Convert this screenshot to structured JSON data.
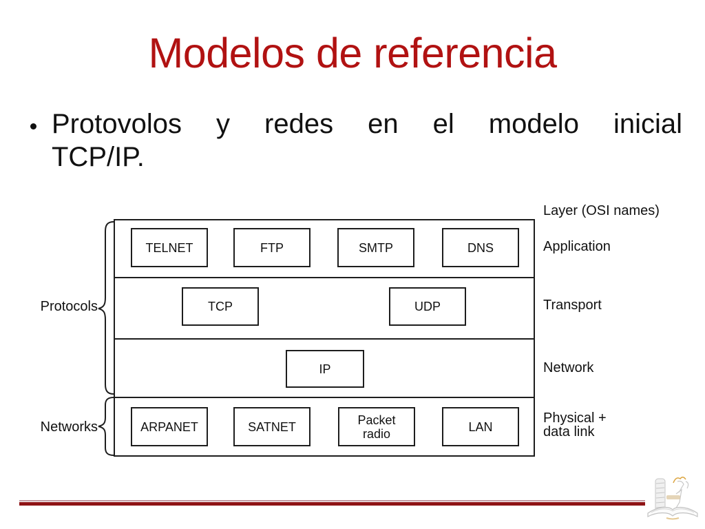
{
  "title": "Modelos de referencia",
  "bullet": {
    "lines": [
      "Protovolos y redes en el modelo inicial",
      "TCP/IP."
    ],
    "full_text": "Protovolos y redes en el modelo inicial TCP/IP."
  },
  "diagram": {
    "column_header": "Layer (OSI names)",
    "side_labels": {
      "protocols": "Protocols",
      "networks": "Networks"
    },
    "layers": [
      {
        "osi_name": "Application",
        "boxes": [
          "TELNET",
          "FTP",
          "SMTP",
          "DNS"
        ]
      },
      {
        "osi_name": "Transport",
        "boxes": [
          "TCP",
          "UDP"
        ]
      },
      {
        "osi_name": "Network",
        "boxes": [
          "IP"
        ]
      },
      {
        "osi_name": "Physical +\ndata link",
        "boxes": [
          "ARPANET",
          "SATNET",
          "Packet\nradio",
          "LAN"
        ]
      }
    ]
  },
  "colors": {
    "title_red": "#B11212",
    "rule_dark_red": "#8E1315",
    "rule_rose": "#C29AA2",
    "diagram_line": "#1D1D1D"
  }
}
